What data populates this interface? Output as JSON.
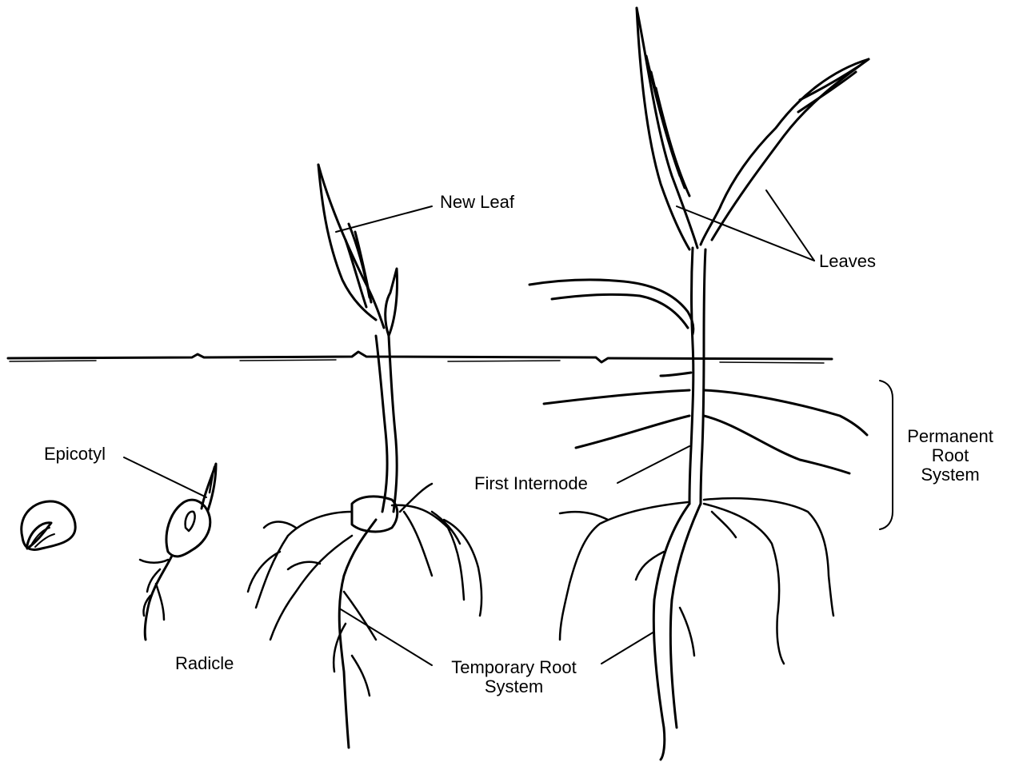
{
  "labels": {
    "new_leaf": "New Leaf",
    "leaves": "Leaves",
    "epicotyl": "Epicotyl",
    "radicle": "Radicle",
    "first_internode": "First Internode",
    "temporary_root_line1": "Temporary Root",
    "temporary_root_line2": "System",
    "permanent_root_line1": "Permanent",
    "permanent_root_line2": "Root",
    "permanent_root_line3": "System"
  },
  "colors": {
    "ink": "#000000",
    "background": "#ffffff"
  }
}
